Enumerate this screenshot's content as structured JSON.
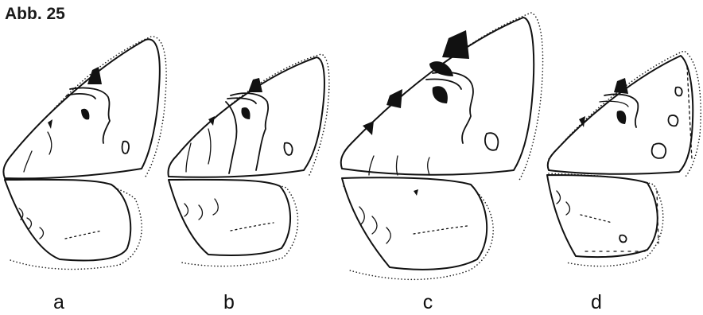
{
  "figure": {
    "title": "Abb. 25",
    "panels": [
      {
        "label": "a"
      },
      {
        "label": "b"
      },
      {
        "label": "c"
      },
      {
        "label": "d"
      }
    ]
  }
}
